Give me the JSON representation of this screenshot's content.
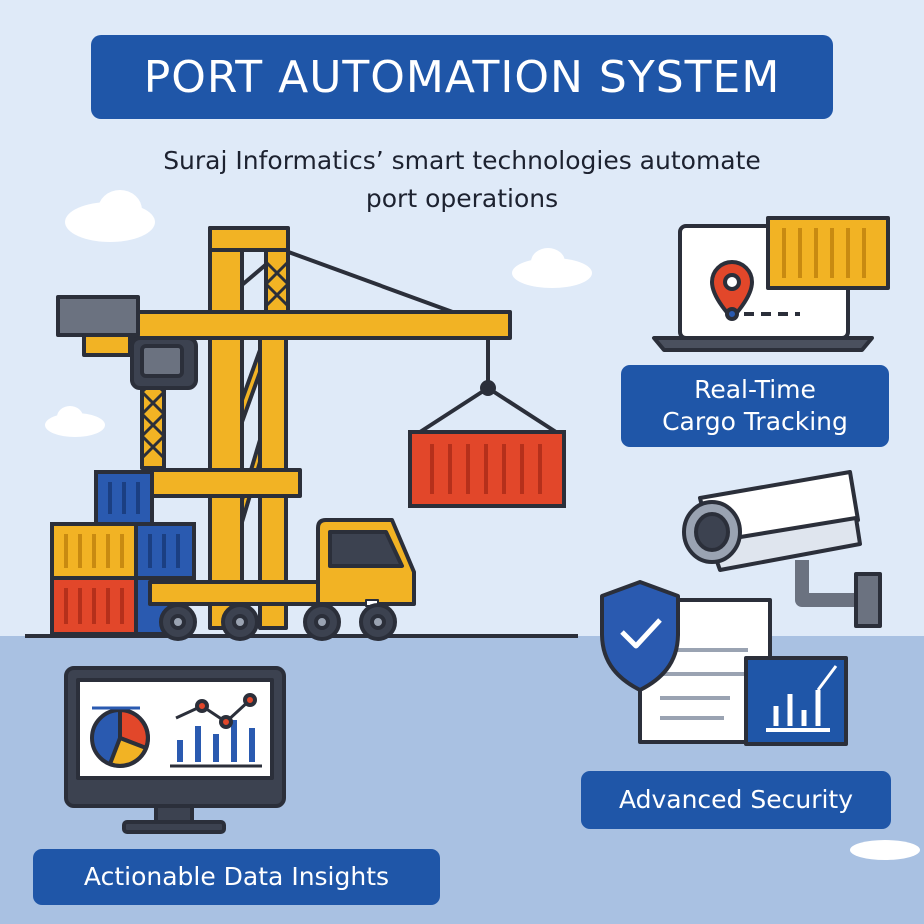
{
  "header": {
    "title": "PORT AUTOMATION SYSTEM",
    "subtitle_line1": "Suraj Informatics’ smart technologies automate",
    "subtitle_line2": "port operations"
  },
  "features": {
    "tracking": {
      "line1": "Real-Time",
      "line2": "Cargo Tracking",
      "icon": "laptop-location-icon"
    },
    "security": {
      "label": "Advanced Security",
      "icon": "security-camera-icon"
    },
    "insights": {
      "label": "Actionable Data Insights",
      "icon": "monitor-analytics-icon"
    }
  },
  "colors": {
    "background": "#dfeaf8",
    "ground": "#a9c1e2",
    "brand_blue": "#1f56a8",
    "crane_yellow": "#f2b324",
    "container_red": "#e2472a",
    "container_blue": "#2a5ab0",
    "outline": "#2b2f3a"
  }
}
